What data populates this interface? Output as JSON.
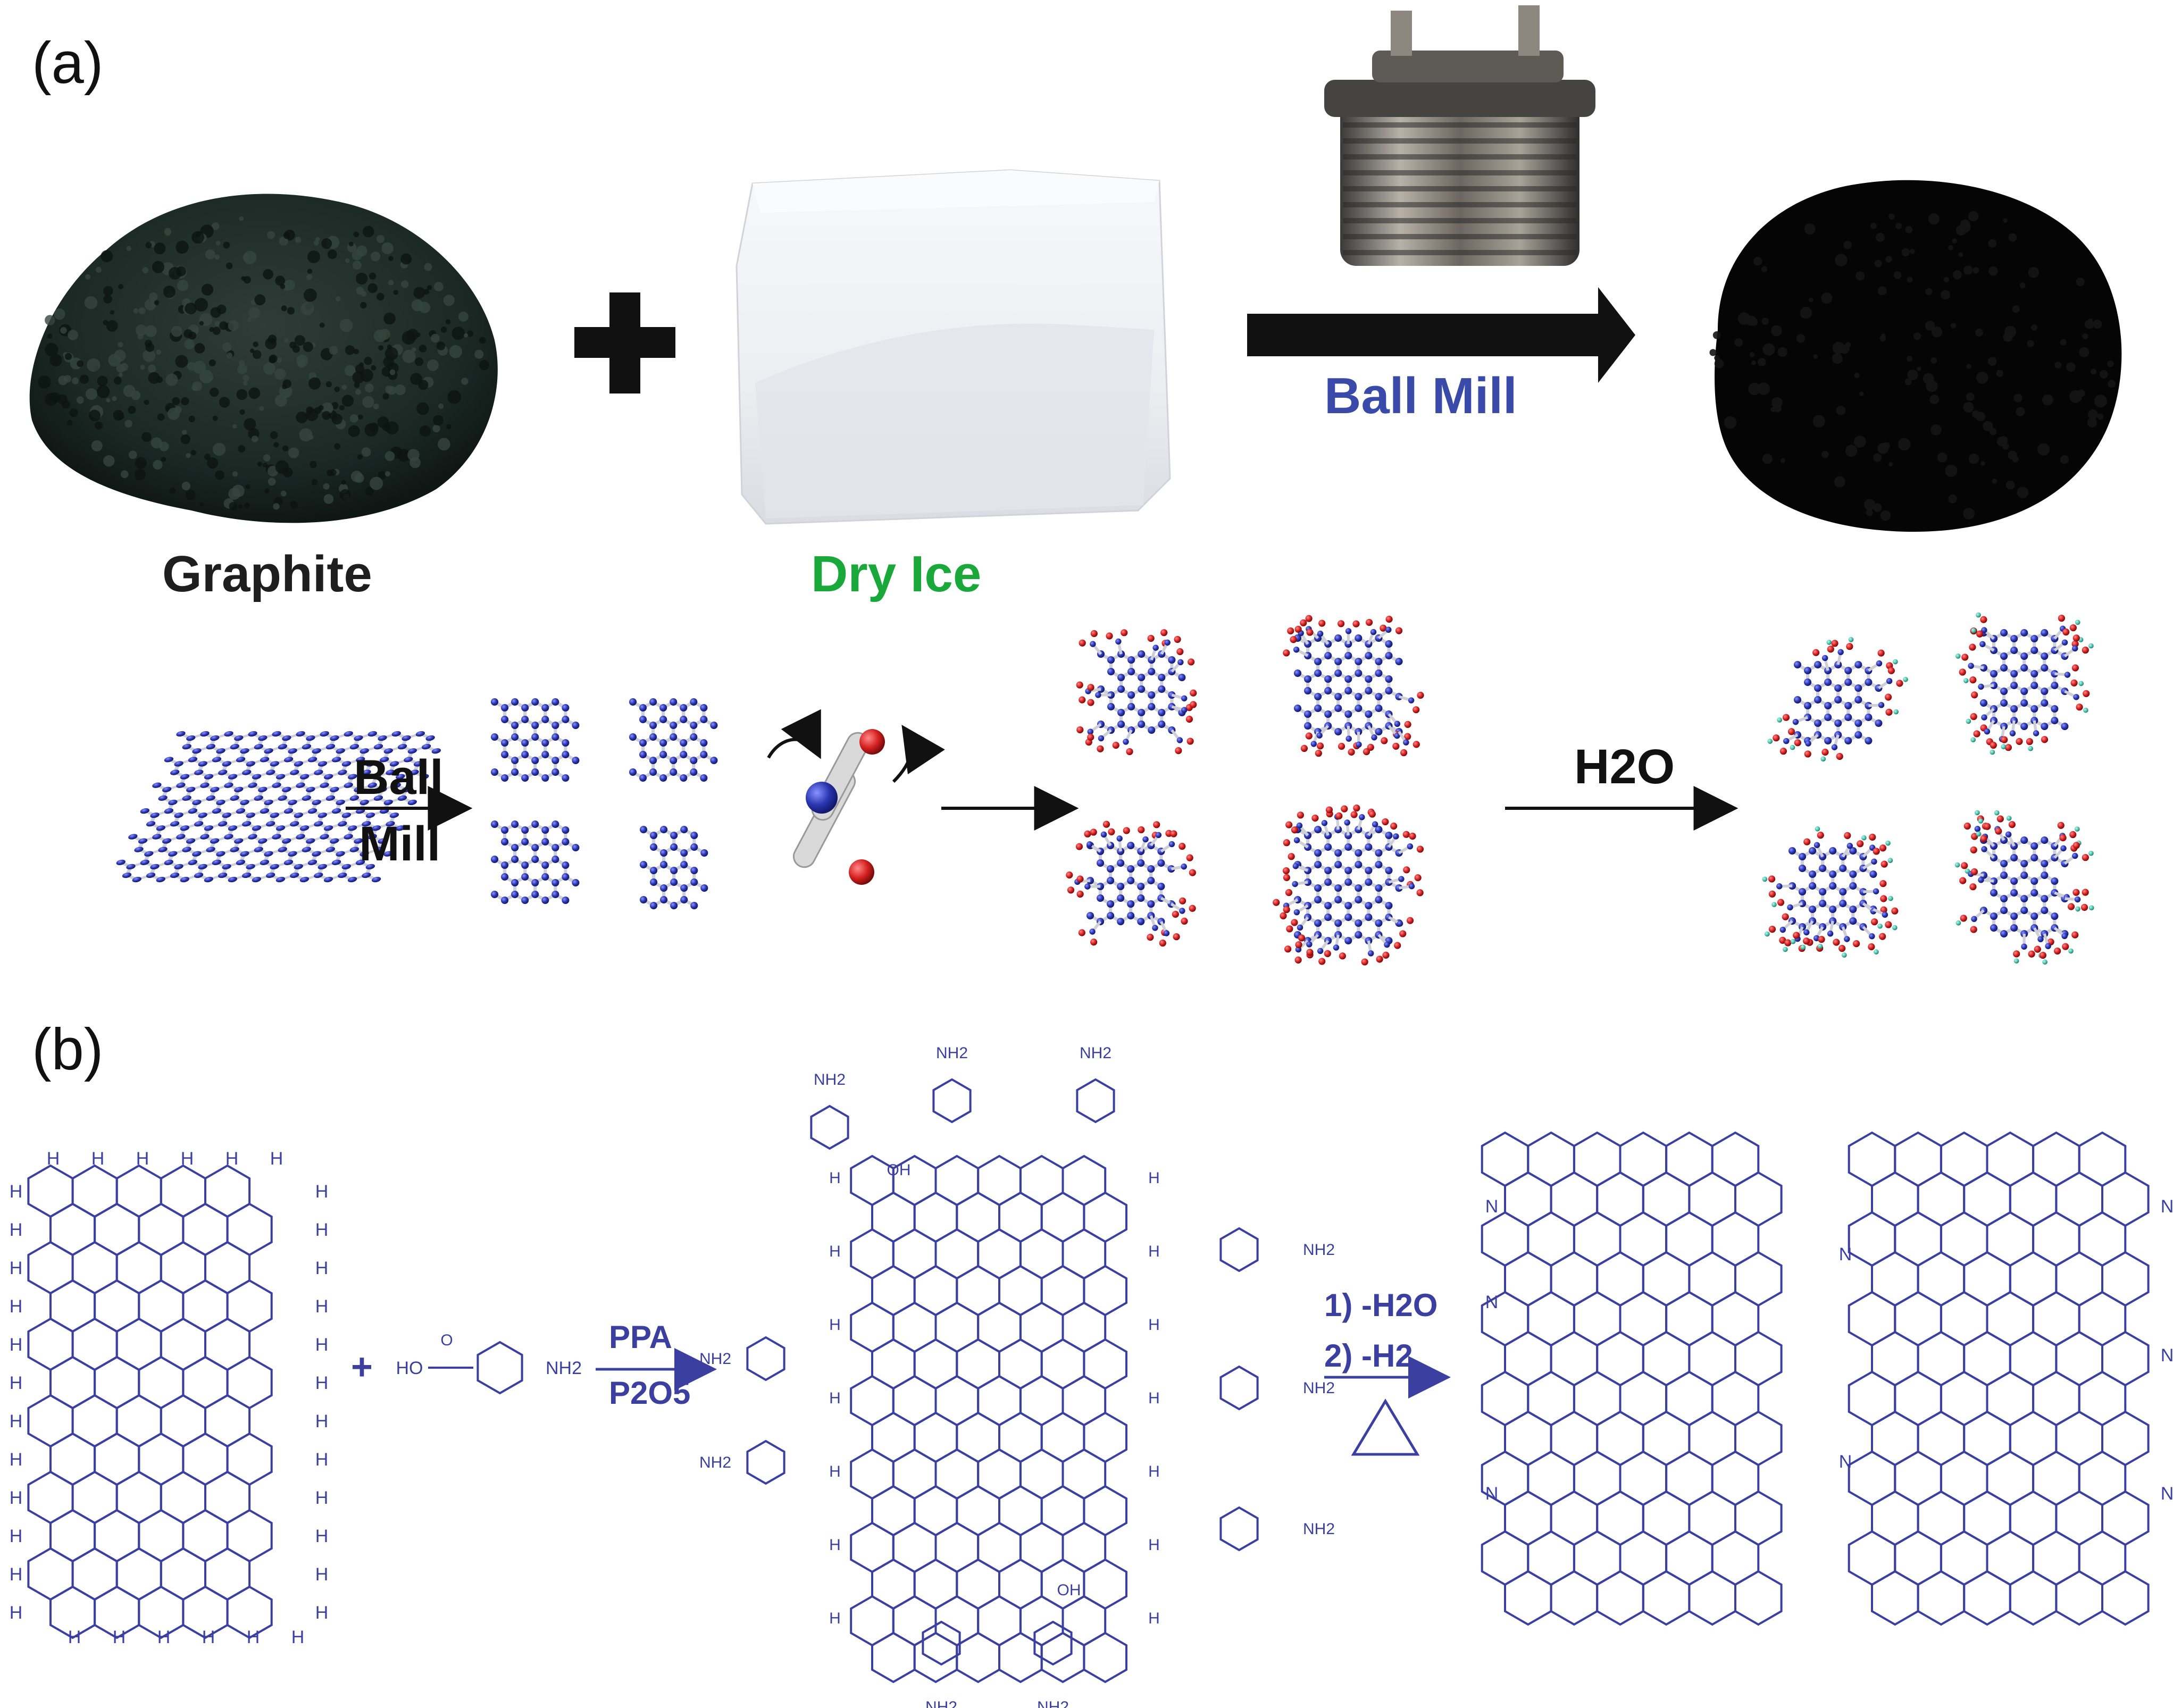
{
  "panel_a": {
    "label": "(a)",
    "graphite_caption": "Graphite",
    "dry_ice_caption": "Dry Ice",
    "ball_mill_caption": "Ball Mill",
    "step1": {
      "top": "Ball",
      "bottom": "Mill"
    },
    "step3": {
      "reagent": "H2O"
    }
  },
  "panel_b": {
    "label": "(b)",
    "plus": "+",
    "reagent_ppa": "PPA",
    "reagent_p2o5": "P2O5",
    "condition_1": "1) -H2O",
    "condition_2": "2) -H2",
    "heat_symbol": "△",
    "substituent_nh2": "NH2",
    "substituent_acid": "HO",
    "edge_h": "H",
    "edge_n": "N",
    "carbonyl_oh": "OH",
    "carbonyl_o": "O"
  },
  "colors": {
    "graphite_powder": "#1c2a26",
    "product_powder": "#050505",
    "dry_ice": "#ecedf0",
    "ball_mill_label": "#3a4aa8",
    "dry_ice_label": "#1aa83a",
    "atom_carbon": "#2a35b0",
    "atom_oxygen": "#d62020",
    "atom_hydrogen": "#4fc7b0",
    "structure_line": "#3a3fa0"
  }
}
